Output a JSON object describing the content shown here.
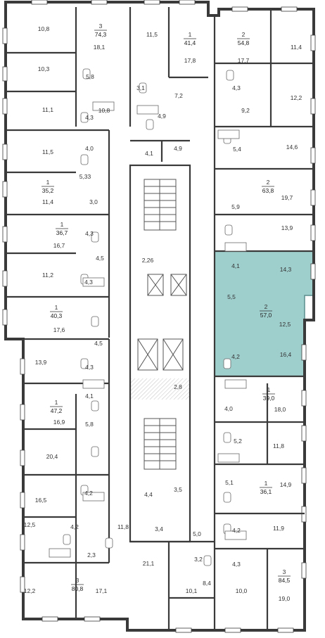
{
  "colors": {
    "highlight": "#9fcfcd",
    "highlight_stroke": "#5a8e8c",
    "wall": "#3a3a3a",
    "text": "#333333"
  },
  "highlighted_apartment": {
    "rooms": "2",
    "area": "57,0"
  },
  "apartments": [
    {
      "rooms": "3",
      "area": "74,3"
    },
    {
      "rooms": "1",
      "area": "41,4"
    },
    {
      "rooms": "2",
      "area": "54,8"
    },
    {
      "rooms": "1",
      "area": "35,2"
    },
    {
      "rooms": "2",
      "area": "63,8"
    },
    {
      "rooms": "1",
      "area": "36,7"
    },
    {
      "rooms": "1",
      "area": "40,3"
    },
    {
      "rooms": "1",
      "area": "39,0"
    },
    {
      "rooms": "1",
      "area": "47,2"
    },
    {
      "rooms": "1",
      "area": "36,1"
    },
    {
      "rooms": "3",
      "area": "80,8"
    },
    {
      "rooms": "3",
      "area": "84,5"
    }
  ],
  "room_labels": [
    "10,8",
    "18,1",
    "11,5",
    "17,8",
    "17,7",
    "11,4",
    "10,3",
    "5,8",
    "3,1",
    "7,2",
    "4,3",
    "12,2",
    "11,1",
    "4,3",
    "10,8",
    "4,9",
    "9,2",
    "11,5",
    "4,0",
    "4,1",
    "4,9",
    "5,4",
    "14,6",
    "5,33",
    "11,4",
    "3,0",
    "19,7",
    "5,9",
    "16,7",
    "4,3",
    "13,9",
    "4,5",
    "2,26",
    "4,1",
    "14,3",
    "11,2",
    "4,3",
    "5,5",
    "12,5",
    "17,6",
    "4,5",
    "13,9",
    "4,2",
    "16,4",
    "4,3",
    "4,1",
    "2,8",
    "18,0",
    "4,0",
    "16,9",
    "5,8",
    "5,2",
    "11,8",
    "20,4",
    "14,9",
    "16,5",
    "4,2",
    "4,4",
    "3,5",
    "5,1",
    "11,8",
    "3,4",
    "5,0",
    "4,2",
    "11,9",
    "12,5",
    "4,2",
    "2,3",
    "3,2",
    "4,3",
    "21,1",
    "8,4",
    "12,2",
    "17,1",
    "19,0",
    "10,1",
    "10,0"
  ]
}
